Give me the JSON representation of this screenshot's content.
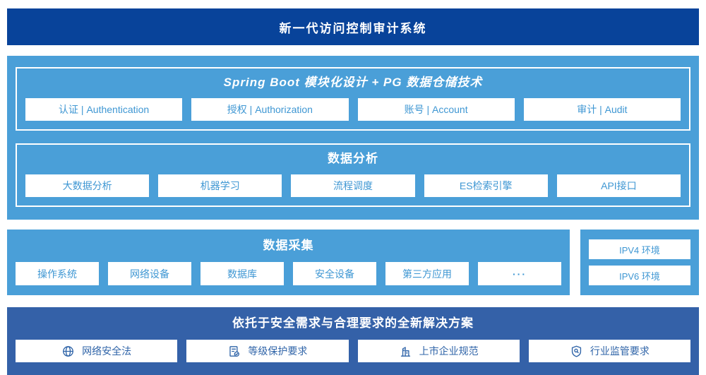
{
  "colors": {
    "banner_bg": "#08439a",
    "light_blue": "#4a9fd8",
    "solution_bg": "#3461a8",
    "box_text_light": "#3f97d3",
    "box_text_dark": "#2f64a8"
  },
  "banner": {
    "title": "新一代访问控制审计系统"
  },
  "platform": {
    "modules": {
      "title": "Spring Boot 模块化设计 + PG 数据仓储技术",
      "items": [
        "认证 | Authentication",
        "授权 | Authorization",
        "账号 | Account",
        "审计 | Audit"
      ]
    },
    "analysis": {
      "title": "数据分析",
      "items": [
        "大数据分析",
        "机器学习",
        "流程调度",
        "ES检索引擎",
        "API接口"
      ]
    }
  },
  "collection": {
    "title": "数据采集",
    "items": [
      "操作系统",
      "网络设备",
      "数据库",
      "安全设备",
      "第三方应用",
      "···"
    ]
  },
  "environments": {
    "items": [
      "IPV4 环境",
      "IPV6 环境"
    ]
  },
  "solution": {
    "title": "依托于安全需求与合理要求的全新解决方案",
    "items": [
      {
        "icon": "globe-icon",
        "label": "网络安全法"
      },
      {
        "icon": "document-check-icon",
        "label": "等级保护要求"
      },
      {
        "icon": "building-icon",
        "label": "上市企业规范"
      },
      {
        "icon": "shield-search-icon",
        "label": "行业监管要求"
      }
    ]
  }
}
